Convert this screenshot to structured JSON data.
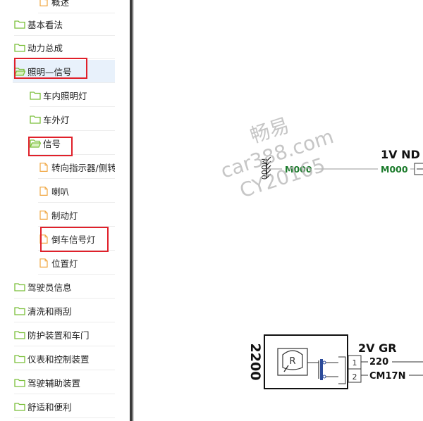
{
  "tree": {
    "items": [
      {
        "label": "概述",
        "icon": "file-icon",
        "level": 2
      },
      {
        "label": "基本看法",
        "icon": "folder-icon",
        "level": 0
      },
      {
        "label": "动力总成",
        "icon": "folder-icon",
        "level": 0
      },
      {
        "label": "照明—信号",
        "icon": "folder-open-icon",
        "level": 0
      },
      {
        "label": "车内照明灯",
        "icon": "folder-icon",
        "level": 1
      },
      {
        "label": "车外灯",
        "icon": "folder-icon",
        "level": 1
      },
      {
        "label": "信号",
        "icon": "folder-open-icon",
        "level": 1
      },
      {
        "label": "转向指示器/侧转向指示器",
        "icon": "file-icon",
        "level": 2
      },
      {
        "label": "喇叭",
        "icon": "file-icon",
        "level": 2
      },
      {
        "label": "制动灯",
        "icon": "file-icon",
        "level": 2
      },
      {
        "label": "倒车信号灯",
        "icon": "file-icon",
        "level": 2
      },
      {
        "label": "位置灯",
        "icon": "file-icon",
        "level": 2
      },
      {
        "label": "驾驶员信息",
        "icon": "folder-icon",
        "level": 0
      },
      {
        "label": "清洗和雨刮",
        "icon": "folder-icon",
        "level": 0
      },
      {
        "label": "防护装置和车门",
        "icon": "folder-icon",
        "level": 0
      },
      {
        "label": "仪表和控制装置",
        "icon": "folder-icon",
        "level": 0
      },
      {
        "label": "驾驶辅助装置",
        "icon": "folder-icon",
        "level": 0
      },
      {
        "label": "舒适和便利",
        "icon": "folder-icon",
        "level": 0
      }
    ]
  },
  "diagram": {
    "ground_label": "M000",
    "wire_label_left": "M000",
    "wire_label_right": "M000",
    "connector_label": "1V ND",
    "component_id": "2200",
    "component_symbol": "R",
    "connector2_label": "2V GR",
    "pin1": "1",
    "pin2": "2",
    "wire1_label": "220",
    "wire2_label": "CM17N"
  },
  "watermark": {
    "line1": "畅易",
    "line2": "car388.com",
    "line3": "CY20165"
  },
  "colors": {
    "folder": "#7bbf3a",
    "file": "#f0a640",
    "highlight": "#e0202a",
    "wire_label_green": "#1a7a2a"
  }
}
